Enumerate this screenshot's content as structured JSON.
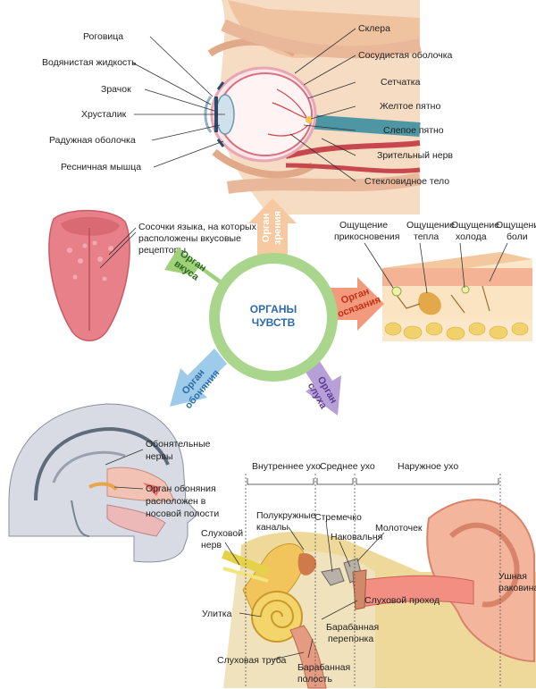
{
  "center": {
    "line1": "ОРГАНЫ",
    "line2": "ЧУВСТВ"
  },
  "arrows": {
    "vision": {
      "line1": "Орган",
      "line2": "зрения",
      "color": "#f6c9a0",
      "text_color": "#ffffff"
    },
    "taste": {
      "line1": "Орган",
      "line2": "вкуса",
      "color": "#9fd07a",
      "text_color": "#2e6b1e"
    },
    "touch": {
      "line1": "Орган",
      "line2": "осязания",
      "color": "#f39a7c",
      "text_color": "#c0311a"
    },
    "smell": {
      "line1": "Орган",
      "line2": "обоняния",
      "color": "#9fcbea",
      "text_color": "#2a6ea8"
    },
    "hearing": {
      "line1": "Орган",
      "line2": "слуха",
      "color": "#b7a0d8",
      "text_color": "#5c3f91"
    }
  },
  "eye": {
    "left": [
      "Роговица",
      "Водянистая жидкость",
      "Зрачок",
      "Хрусталик",
      "Радужная оболочка",
      "Ресничная мышца"
    ],
    "right": [
      "Склера",
      "Сосудистая оболочка",
      "Сетчатка",
      "Желтое пятно",
      "Слепое пятно",
      "Зрительный нерв",
      "Стекловидное тело"
    ]
  },
  "tongue": {
    "lines": [
      "Сосочки языка, на которых",
      "расположены вкусовые",
      "рецепторы"
    ]
  },
  "skin": {
    "labels": [
      {
        "l1": "Ощущение",
        "l2": "прикосновения"
      },
      {
        "l1": "Ощущение",
        "l2": "тепла"
      },
      {
        "l1": "Ощущение",
        "l2": "холода"
      },
      {
        "l1": "Ощущение",
        "l2": "боли"
      }
    ]
  },
  "nose": {
    "nerves": [
      "Обонятельные",
      "нервы"
    ],
    "organ": [
      "Орган обоняния",
      "расположен в",
      "носовой полости"
    ]
  },
  "ear": {
    "sections": [
      "Внутреннее ухо",
      "Среднее ухо",
      "Наружное ухо"
    ],
    "canals": [
      "Полукружные",
      "каналы"
    ],
    "stirrup": "Стремечко",
    "anvil": "Наковальня",
    "hammer": "Молоточек",
    "nerve": [
      "Слуховой",
      "нерв"
    ],
    "cochlea": "Улитка",
    "canal": "Слуховой проход",
    "auricle": [
      "Ушная",
      "раковина"
    ],
    "eardrum": [
      "Барабанная",
      "перепонка"
    ],
    "tube": "Слуховая труба",
    "cavity": [
      "Барабанная",
      "полость"
    ]
  }
}
